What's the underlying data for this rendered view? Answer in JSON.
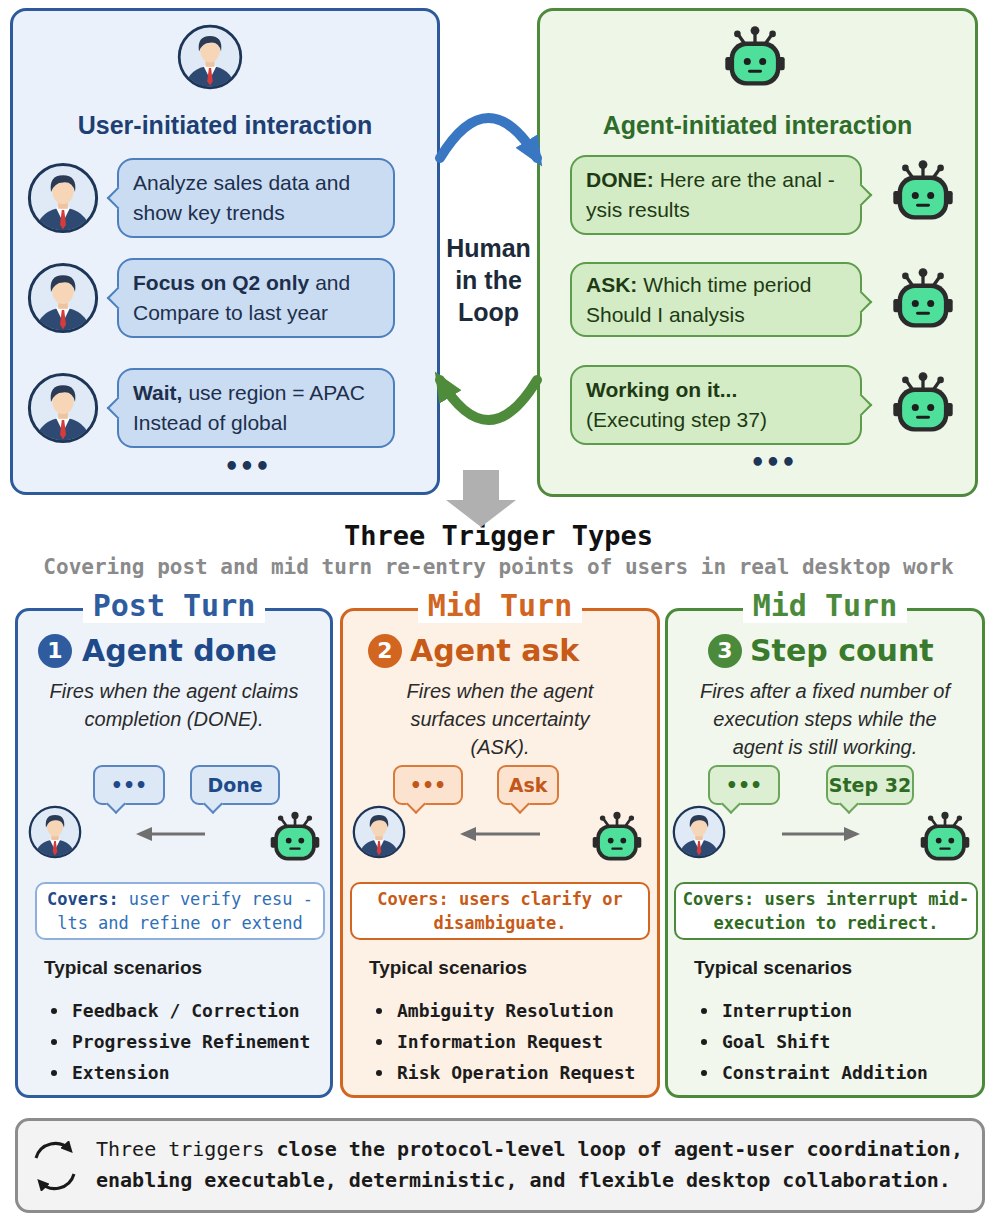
{
  "diagram": {
    "nodes": [
      {
        "text": [
          "User-initiated interaction"
        ]
      },
      {
        "text": [
          "Analyze sales data and show key trends"
        ],
        "in": 0
      },
      {
        "text": [
          "Focus on Q2 only",
          "and Compare to last year"
        ],
        "in": 0
      },
      {
        "text": [
          "Wait,",
          "use region = APAC Instead of global"
        ],
        "in": 0
      },
      {
        "text": [
          "Agent-initiated interaction"
        ]
      },
      {
        "text": [
          "DONE:",
          "Here are the anal -ysis results"
        ],
        "in": 4
      },
      {
        "text": [
          "ASK:",
          "Which time period Should I analysis"
        ],
        "in": 4
      },
      {
        "text": [
          "Working on it...",
          "(Executing step 37)"
        ],
        "in": 4
      },
      {
        "text": [
          "Post Turn",
          "Agent done",
          "Fires when the agent claims completion (DONE).",
          "Typical scenarios",
          "Feedback / Correction",
          "Progressive Refinement",
          "Extension"
        ]
      },
      {
        "text": [
          "1"
        ],
        "in": 8
      },
      {
        "text": [
          "•••"
        ],
        "in": 8
      },
      {
        "text": [
          "Done"
        ],
        "in": 8
      },
      {
        "text": [
          "Covers:",
          "user verify resu -lts and refine or extend"
        ],
        "in": 8
      },
      {
        "text": [
          "Mid Turn",
          "Agent ask",
          "Fires when the agent surfaces uncertainty (ASK).",
          "Typical scenarios",
          "Ambiguity Resolution",
          "Information Request",
          "Risk Operation Request"
        ]
      },
      {
        "text": [
          "2"
        ],
        "in": 13
      },
      {
        "text": [
          "•••"
        ],
        "in": 13
      },
      {
        "text": [
          "Ask"
        ],
        "in": 13
      },
      {
        "text": [
          "Covers: users clarify or disambiguate."
        ],
        "in": 13
      },
      {
        "text": [
          "Mid Turn",
          "Step count",
          "Fires after a fixed number of execution steps while the agent is still working.",
          "Typical scenarios",
          "Interruption",
          "Goal Shift",
          "Constraint Addition"
        ]
      },
      {
        "text": [
          "3"
        ],
        "in": 18
      },
      {
        "text": [
          "•••"
        ],
        "in": 18
      },
      {
        "text": [
          "Step 32"
        ],
        "in": 18
      },
      {
        "text": [
          "Covers: users interrupt mid- execution to redirect."
        ],
        "in": 18
      },
      {
        "text": [
          "Three triggers",
          "close the protocol-level loop of agent-user coordination, enabling executable, deterministic, and flexible desktop collaboration."
        ]
      }
    ],
    "edges": [
      {
        "from": 0,
        "to": 4,
        "arrow": "to"
      },
      {
        "from": 4,
        "to": 0,
        "arrow": "to"
      }
    ],
    "labels": [
      "Human in the Loop",
      "•••",
      "•••",
      "Three Trigger Types",
      "Covering post and mid turn re-entry points of users in real desktop work"
    ]
  }
}
